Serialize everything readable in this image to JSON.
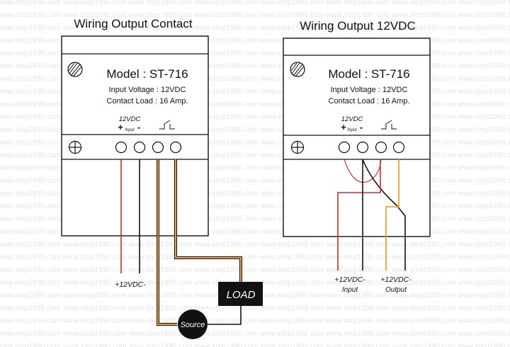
{
  "watermark": {
    "text": "www.step1990.com"
  },
  "left": {
    "title": "Wiring Output Contact",
    "model": "Model : ST-716",
    "input_voltage": "Input Voltage : 12VDC",
    "contact_load": "Contact Load : 16 Amp.",
    "supply_label": "12VDC",
    "plus": "+",
    "input_sub": "Input",
    "minus": "-",
    "wire_label": "+12VDC-",
    "load_label": "LOAD",
    "source_label": "Source"
  },
  "right": {
    "title": "Wiring Output 12VDC",
    "model": "Model : ST-716",
    "input_voltage": "Input Voltage : 12VDC",
    "contact_load": "Contact Load : 16 Amp.",
    "supply_label": "12VDC",
    "plus": "+",
    "input_sub": "Input",
    "minus": "-",
    "input_wire_label": "+12VDC-",
    "input_wire_caption": "Input",
    "output_wire_label": "+12VDC-",
    "output_wire_caption": "Output"
  },
  "colors": {
    "red_wire": "#d42a2a",
    "black_wire": "#111111",
    "orange_wire": "#f0a030",
    "load_box": "#111111",
    "source_circle": "#111111"
  }
}
